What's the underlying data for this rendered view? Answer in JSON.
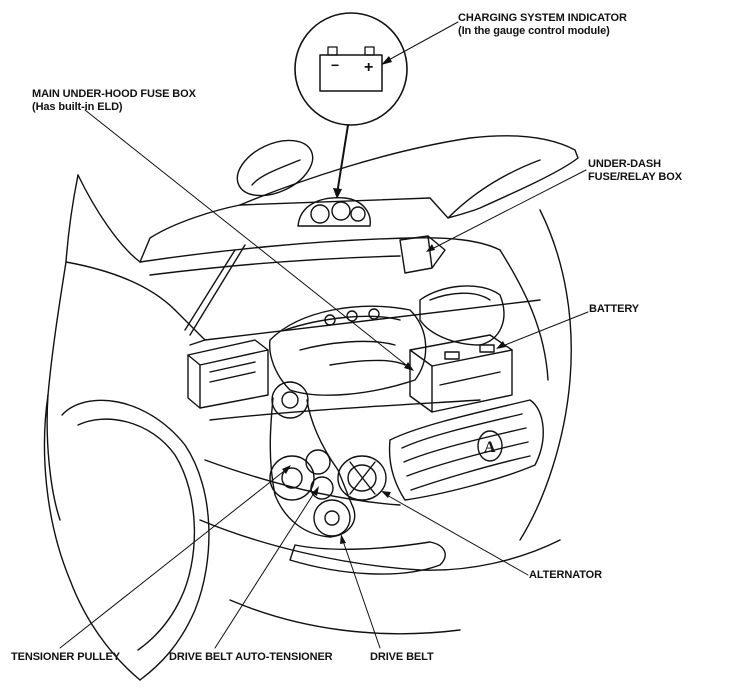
{
  "labels": {
    "charging_indicator": {
      "title": "CHARGING SYSTEM INDICATOR",
      "sub": "(In the gauge control module)"
    },
    "main_fuse_box": {
      "title": "MAIN UNDER-HOOD FUSE BOX",
      "sub": "(Has built-in ELD)"
    },
    "under_dash": {
      "title": "UNDER-DASH",
      "sub": "FUSE/RELAY BOX"
    },
    "battery": {
      "title": "BATTERY"
    },
    "alternator": {
      "title": "ALTERNATOR"
    },
    "tensioner_pulley": {
      "title": "TENSIONER PULLEY"
    },
    "auto_tensioner": {
      "title": "DRIVE BELT AUTO-TENSIONER"
    },
    "drive_belt": {
      "title": "DRIVE BELT"
    }
  },
  "battery_symbol": {
    "minus": "−",
    "plus": "+"
  },
  "emblem": {
    "letter": "A"
  }
}
